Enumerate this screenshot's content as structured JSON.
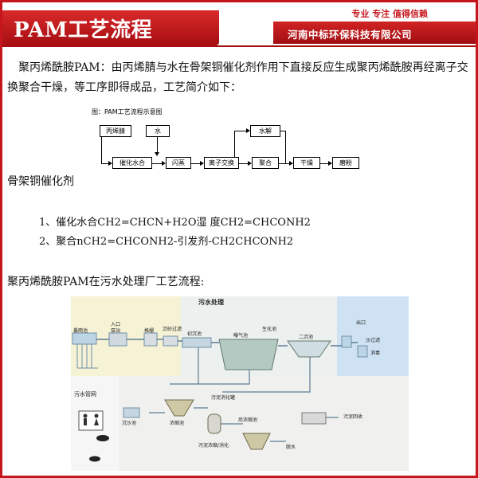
{
  "header": {
    "title": "PAM工艺流程",
    "slogan": "专业 专注 值得信赖",
    "company": "河南中标环保科技有限公司"
  },
  "intro": "聚丙烯酰胺PAM：由丙烯腈与水在骨架铜催化剂作用下直接反应生成聚丙烯酰胺再经离子交换聚合干燥，等工序即得成品，工艺简介如下：",
  "flowchart": {
    "caption": "图：PAM工艺流程示意图",
    "nodes": {
      "acrylonitrile": "丙烯腈",
      "water": "水",
      "catalytic_hydration": "催化水合",
      "flash": "闪蒸",
      "ion_exchange": "离子交换",
      "polymerize": "聚合",
      "dry": "干燥",
      "grind": "磨粉",
      "hydrolysis": "水解"
    }
  },
  "catalyst_heading": "骨架铜催化剂",
  "reactions": [
    "1、催化水合CH2=CHCN+H2O湿   度CH2=CHCONH2",
    "2、聚合nCH2=CHCONH2-引发剂-CH2CHCONH2"
  ],
  "wastewater_heading": "聚丙烯酰胺PAM在污水处理厂工艺流程:",
  "diagram": {
    "title": "污水处理",
    "labels": {
      "inlet": "入口",
      "storm_tank": "暴雨池",
      "pump_station": "泵站",
      "grille": "格栅",
      "grit_filter": "沉砂过滤",
      "primary_settle": "初沉池",
      "aeration": "曝气池",
      "biochem": "生化池",
      "secondary_settle": "二沉池",
      "outlet": "出口",
      "sand_filter": "沙过滤",
      "disinfect": "消毒",
      "sewer": "污水管网",
      "grit_tank": "沉沙池",
      "sludge_digest_tank": "污泥消化罐",
      "thickener": "浓缩池",
      "post_thickener": "后浓缩池",
      "sludge_recycle": "污泥回收",
      "sludge_concentrate": "污泥浓缩/消化",
      "dewater": "脱水"
    }
  }
}
